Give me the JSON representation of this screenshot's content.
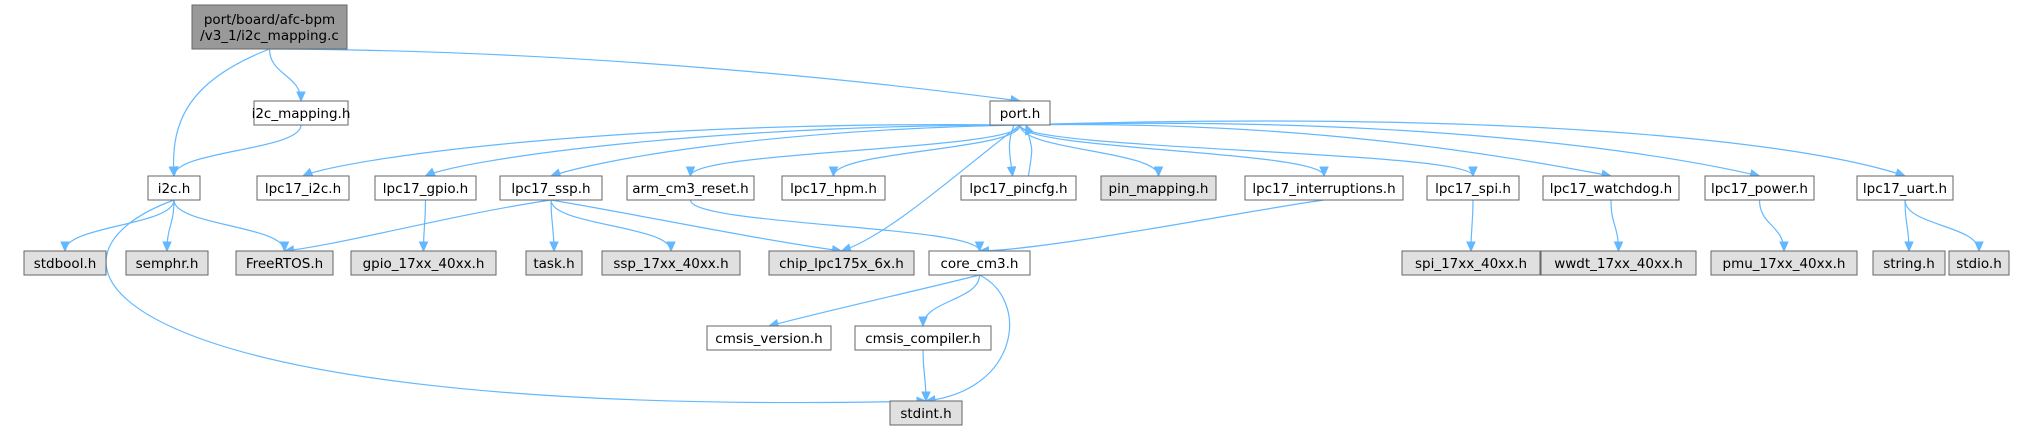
{
  "graph": {
    "colors": {
      "edge": "#63b8ff",
      "node_border": "#666666",
      "node_fill": "#ffffff",
      "external_fill": "#e0e0e0",
      "root_fill": "#999999"
    },
    "nodes": [
      {
        "id": "root",
        "lines": [
          "port/board/afc-bpm",
          "/v3_1/i2c_mapping.c"
        ],
        "kind": "root"
      },
      {
        "id": "i2c_mapping_h",
        "lines": [
          "i2c_mapping.h"
        ],
        "kind": "internal"
      },
      {
        "id": "port_h",
        "lines": [
          "port.h"
        ],
        "kind": "internal"
      },
      {
        "id": "i2c_h",
        "lines": [
          "i2c.h"
        ],
        "kind": "internal"
      },
      {
        "id": "lpc17_i2c_h",
        "lines": [
          "lpc17_i2c.h"
        ],
        "kind": "internal"
      },
      {
        "id": "lpc17_gpio_h",
        "lines": [
          "lpc17_gpio.h"
        ],
        "kind": "internal"
      },
      {
        "id": "lpc17_ssp_h",
        "lines": [
          "lpc17_ssp.h"
        ],
        "kind": "internal"
      },
      {
        "id": "arm_cm3_reset_h",
        "lines": [
          "arm_cm3_reset.h"
        ],
        "kind": "internal"
      },
      {
        "id": "lpc17_hpm_h",
        "lines": [
          "lpc17_hpm.h"
        ],
        "kind": "internal"
      },
      {
        "id": "lpc17_pincfg_h",
        "lines": [
          "lpc17_pincfg.h"
        ],
        "kind": "internal"
      },
      {
        "id": "pin_mapping_h",
        "lines": [
          "pin_mapping.h"
        ],
        "kind": "external"
      },
      {
        "id": "lpc17_interruptions_h",
        "lines": [
          "lpc17_interruptions.h"
        ],
        "kind": "internal"
      },
      {
        "id": "lpc17_spi_h",
        "lines": [
          "lpc17_spi.h"
        ],
        "kind": "internal"
      },
      {
        "id": "lpc17_watchdog_h",
        "lines": [
          "lpc17_watchdog.h"
        ],
        "kind": "internal"
      },
      {
        "id": "lpc17_power_h",
        "lines": [
          "lpc17_power.h"
        ],
        "kind": "internal"
      },
      {
        "id": "lpc17_uart_h",
        "lines": [
          "lpc17_uart.h"
        ],
        "kind": "internal"
      },
      {
        "id": "stdbool_h",
        "lines": [
          "stdbool.h"
        ],
        "kind": "external"
      },
      {
        "id": "semphr_h",
        "lines": [
          "semphr.h"
        ],
        "kind": "external"
      },
      {
        "id": "freertos_h",
        "lines": [
          "FreeRTOS.h"
        ],
        "kind": "external"
      },
      {
        "id": "gpio_17xx_40xx_h",
        "lines": [
          "gpio_17xx_40xx.h"
        ],
        "kind": "external"
      },
      {
        "id": "task_h",
        "lines": [
          "task.h"
        ],
        "kind": "external"
      },
      {
        "id": "ssp_17xx_40xx_h",
        "lines": [
          "ssp_17xx_40xx.h"
        ],
        "kind": "external"
      },
      {
        "id": "chip_lpc175x_6x_h",
        "lines": [
          "chip_lpc175x_6x.h"
        ],
        "kind": "external"
      },
      {
        "id": "core_cm3_h",
        "lines": [
          "core_cm3.h"
        ],
        "kind": "internal"
      },
      {
        "id": "spi_17xx_40xx_h",
        "lines": [
          "spi_17xx_40xx.h"
        ],
        "kind": "external"
      },
      {
        "id": "wwdt_17xx_40xx_h",
        "lines": [
          "wwdt_17xx_40xx.h"
        ],
        "kind": "external"
      },
      {
        "id": "pmu_17xx_40xx_h",
        "lines": [
          "pmu_17xx_40xx.h"
        ],
        "kind": "external"
      },
      {
        "id": "string_h",
        "lines": [
          "string.h"
        ],
        "kind": "external"
      },
      {
        "id": "stdio_h",
        "lines": [
          "stdio.h"
        ],
        "kind": "external"
      },
      {
        "id": "cmsis_version_h",
        "lines": [
          "cmsis_version.h"
        ],
        "kind": "internal"
      },
      {
        "id": "cmsis_compiler_h",
        "lines": [
          "cmsis_compiler.h"
        ],
        "kind": "internal"
      },
      {
        "id": "stdint_h",
        "lines": [
          "stdint.h"
        ],
        "kind": "external"
      }
    ],
    "edges": [
      [
        "root",
        "i2c_mapping_h"
      ],
      [
        "root",
        "i2c_h"
      ],
      [
        "root",
        "port_h"
      ],
      [
        "i2c_mapping_h",
        "i2c_h"
      ],
      [
        "i2c_h",
        "stdbool_h"
      ],
      [
        "i2c_h",
        "semphr_h"
      ],
      [
        "i2c_h",
        "freertos_h"
      ],
      [
        "i2c_h",
        "stdint_h"
      ],
      [
        "port_h",
        "lpc17_i2c_h"
      ],
      [
        "port_h",
        "lpc17_gpio_h"
      ],
      [
        "port_h",
        "lpc17_ssp_h"
      ],
      [
        "port_h",
        "arm_cm3_reset_h"
      ],
      [
        "port_h",
        "lpc17_hpm_h"
      ],
      [
        "port_h",
        "lpc17_pincfg_h"
      ],
      [
        "port_h",
        "pin_mapping_h"
      ],
      [
        "port_h",
        "lpc17_interruptions_h"
      ],
      [
        "port_h",
        "lpc17_spi_h"
      ],
      [
        "port_h",
        "lpc17_watchdog_h"
      ],
      [
        "port_h",
        "lpc17_power_h"
      ],
      [
        "port_h",
        "lpc17_uart_h"
      ],
      [
        "port_h",
        "chip_lpc175x_6x_h"
      ],
      [
        "lpc17_pincfg_h",
        "port_h"
      ],
      [
        "lpc17_gpio_h",
        "gpio_17xx_40xx_h"
      ],
      [
        "lpc17_ssp_h",
        "freertos_h"
      ],
      [
        "lpc17_ssp_h",
        "task_h"
      ],
      [
        "lpc17_ssp_h",
        "ssp_17xx_40xx_h"
      ],
      [
        "lpc17_ssp_h",
        "chip_lpc175x_6x_h"
      ],
      [
        "arm_cm3_reset_h",
        "core_cm3_h"
      ],
      [
        "lpc17_interruptions_h",
        "core_cm3_h"
      ],
      [
        "lpc17_spi_h",
        "spi_17xx_40xx_h"
      ],
      [
        "lpc17_watchdog_h",
        "wwdt_17xx_40xx_h"
      ],
      [
        "lpc17_power_h",
        "pmu_17xx_40xx_h"
      ],
      [
        "lpc17_uart_h",
        "string_h"
      ],
      [
        "lpc17_uart_h",
        "stdio_h"
      ],
      [
        "core_cm3_h",
        "cmsis_version_h"
      ],
      [
        "core_cm3_h",
        "cmsis_compiler_h"
      ],
      [
        "core_cm3_h",
        "stdint_h"
      ],
      [
        "cmsis_compiler_h",
        "stdint_h"
      ]
    ]
  }
}
